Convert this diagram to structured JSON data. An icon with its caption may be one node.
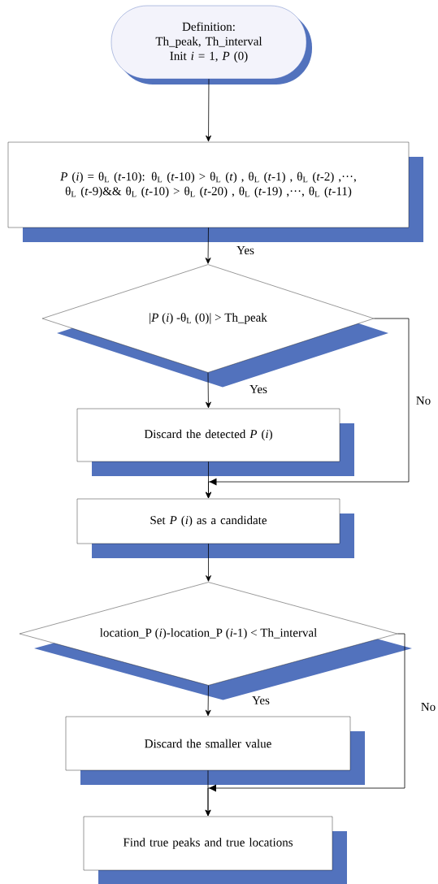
{
  "diagram": {
    "nodes": [
      {
        "text": [
          "Definition:",
          "Th_peak, Th_interval",
          "Init *i* = 1, *P* (0)"
        ]
      },
      {
        "text": [
          "*P* (*i*) = θ$_{L}$ (*t*-10): θ$_{L}$ (*t*-10) > θ$_{L}$ (*t*) , θ$_{L}$ (*t*-1) , θ$_{L}$ (*t*-2) ,···, θ$_{L}$ (*t*-9)&& θ$_{L}$ (*t*-10) > θ$_{L}$ (*t*-20) , θ$_{L}$ (*t*-19) ,···, θ$_{L}$ (*t*-11)"
        ]
      },
      {
        "text": [
          "|*P* (*i*) -θ$_{L}$ (0)| > Th_peak"
        ]
      },
      {
        "text": [
          "Discard the detected *P* (*i*)"
        ]
      },
      {
        "text": [
          "Set *P* (*i*) as a candidate"
        ]
      },
      {
        "text": [
          "location_P (*i*)-location_P (*i*-1) < Th_interval"
        ]
      },
      {
        "text": [
          "Discard the smaller value"
        ]
      },
      {
        "text": [
          "Find true peaks and true locations"
        ]
      }
    ],
    "edges": [
      {
        "from": 0,
        "to": 1,
        "arrow": "to"
      },
      {
        "from": 1,
        "to": 2,
        "arrow": "to",
        "label": "Yes"
      },
      {
        "from": 2,
        "to": 3,
        "arrow": "to",
        "label": "Yes"
      },
      {
        "from": 2,
        "to": 4,
        "arrow": "to",
        "label": "No"
      },
      {
        "from": 3,
        "to": 4,
        "arrow": "to"
      },
      {
        "from": 4,
        "to": 5,
        "arrow": "to"
      },
      {
        "from": 5,
        "to": 6,
        "arrow": "to",
        "label": "Yes"
      },
      {
        "from": 5,
        "to": 7,
        "arrow": "to",
        "label": "No"
      },
      {
        "from": 6,
        "to": 7,
        "arrow": "to"
      }
    ]
  }
}
